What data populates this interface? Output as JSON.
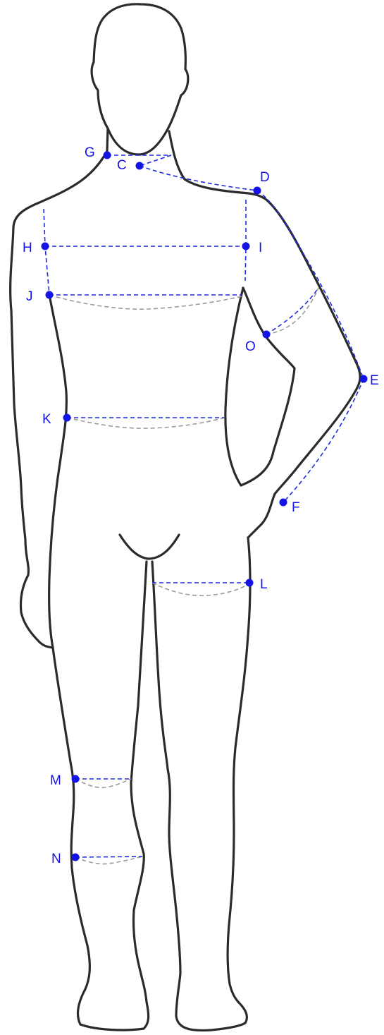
{
  "colors": {
    "outline": "#2b2b2b",
    "measure_line": "#1f2be0",
    "back_line": "#9a9a9a",
    "point": "#1414e6",
    "label": "#1414e6"
  },
  "points": [
    {
      "id": "G",
      "label": "G"
    },
    {
      "id": "C",
      "label": "C"
    },
    {
      "id": "D",
      "label": "D"
    },
    {
      "id": "H",
      "label": "H"
    },
    {
      "id": "I",
      "label": "I"
    },
    {
      "id": "J",
      "label": "J"
    },
    {
      "id": "O",
      "label": "O"
    },
    {
      "id": "E",
      "label": "E"
    },
    {
      "id": "K",
      "label": "K"
    },
    {
      "id": "F",
      "label": "F"
    },
    {
      "id": "L",
      "label": "L"
    },
    {
      "id": "M",
      "label": "M"
    },
    {
      "id": "N",
      "label": "N"
    }
  ]
}
